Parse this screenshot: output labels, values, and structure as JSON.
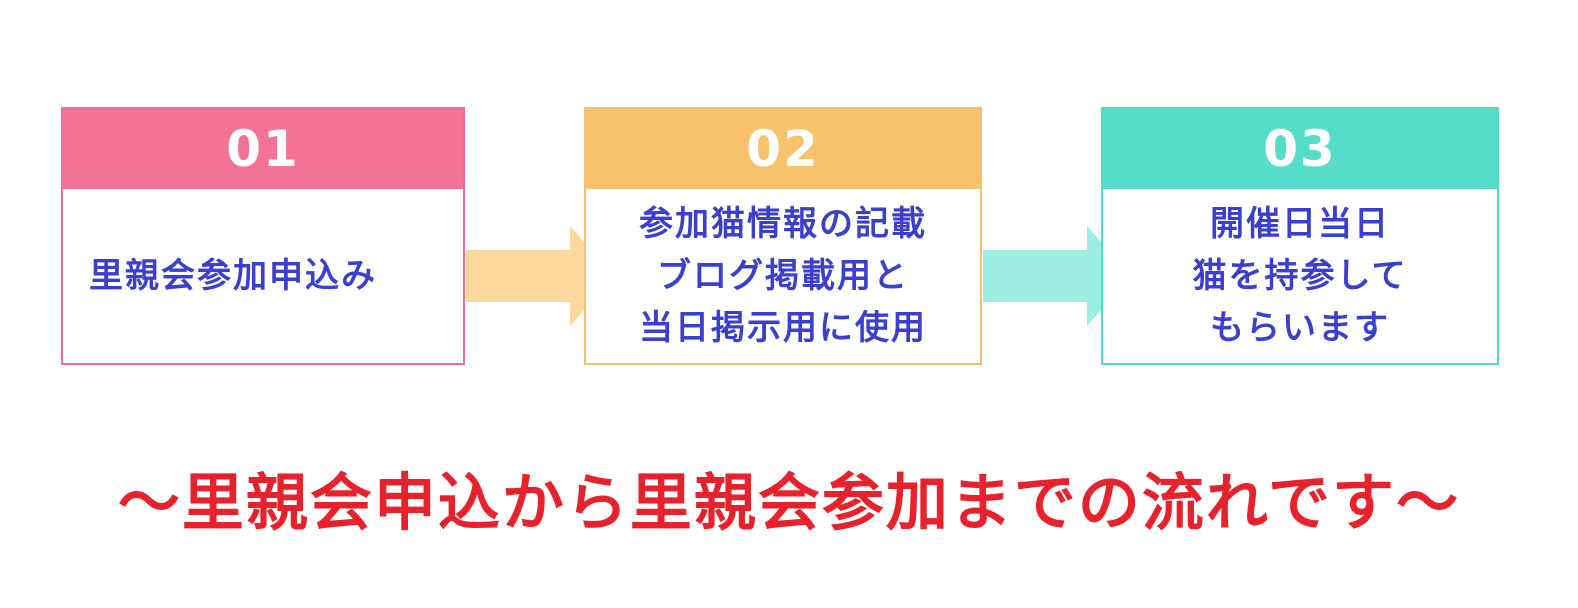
{
  "steps": [
    {
      "number": "01",
      "lines": [
        "里親会参加申込み"
      ],
      "color": "#f37397"
    },
    {
      "number": "02",
      "lines": [
        "参加猫情報の記載",
        "ブログ掲載用と",
        "当日掲示用に使用"
      ],
      "color": "#f8c26c"
    },
    {
      "number": "03",
      "lines": [
        "開催日当日",
        "猫を持参して",
        "もらいます"
      ],
      "color": "#55ddca"
    }
  ],
  "arrows": [
    {
      "color": "#fbd79b"
    },
    {
      "color": "#9aefe0"
    }
  ],
  "caption": "～里親会申込から里親会参加までの流れです～",
  "caption_color": "#e8222d"
}
